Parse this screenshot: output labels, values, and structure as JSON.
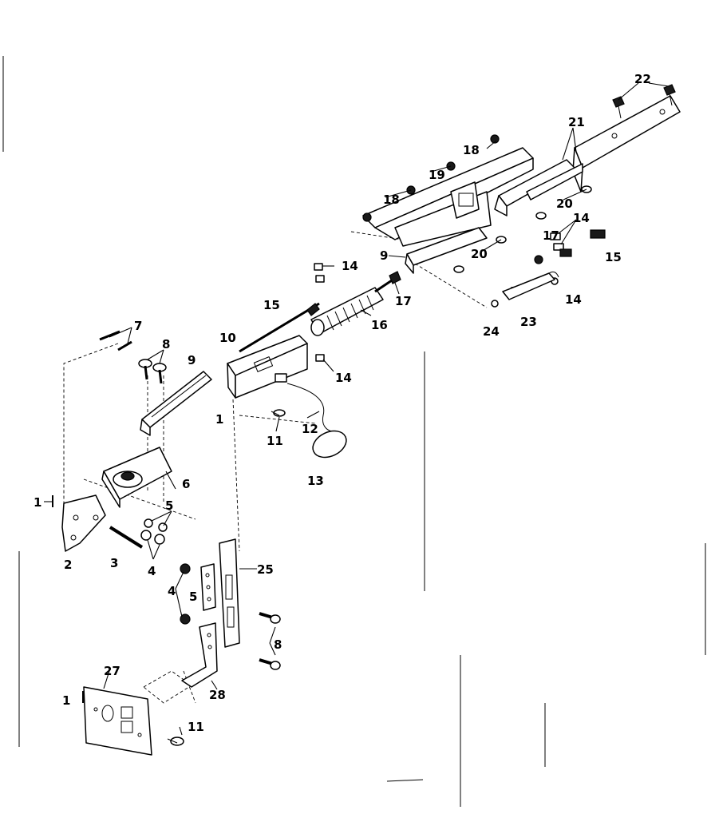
{
  "callouts": {
    "c1a": "1",
    "c1b": "1",
    "c1c": "1",
    "c2": "2",
    "c3": "3",
    "c4a": "4",
    "c4b": "4",
    "c5a": "5",
    "c5b": "5",
    "c6": "6",
    "c7": "7",
    "c8a": "8",
    "c8b": "8",
    "c9a": "9",
    "c9b": "9",
    "c10": "10",
    "c11a": "11",
    "c11b": "11",
    "c12": "12",
    "c13": "13",
    "c14a": "14",
    "c14b": "14",
    "c14c": "14",
    "c14d": "14",
    "c15a": "15",
    "c15b": "15",
    "c16": "16",
    "c17a": "17",
    "c17b": "17",
    "c18a": "18",
    "c18b": "18",
    "c19": "19",
    "c20a": "20",
    "c20b": "20",
    "c21": "21",
    "c22": "22",
    "c23": "23",
    "c24": "24",
    "c25": "25",
    "c27": "27",
    "c28": "28"
  }
}
